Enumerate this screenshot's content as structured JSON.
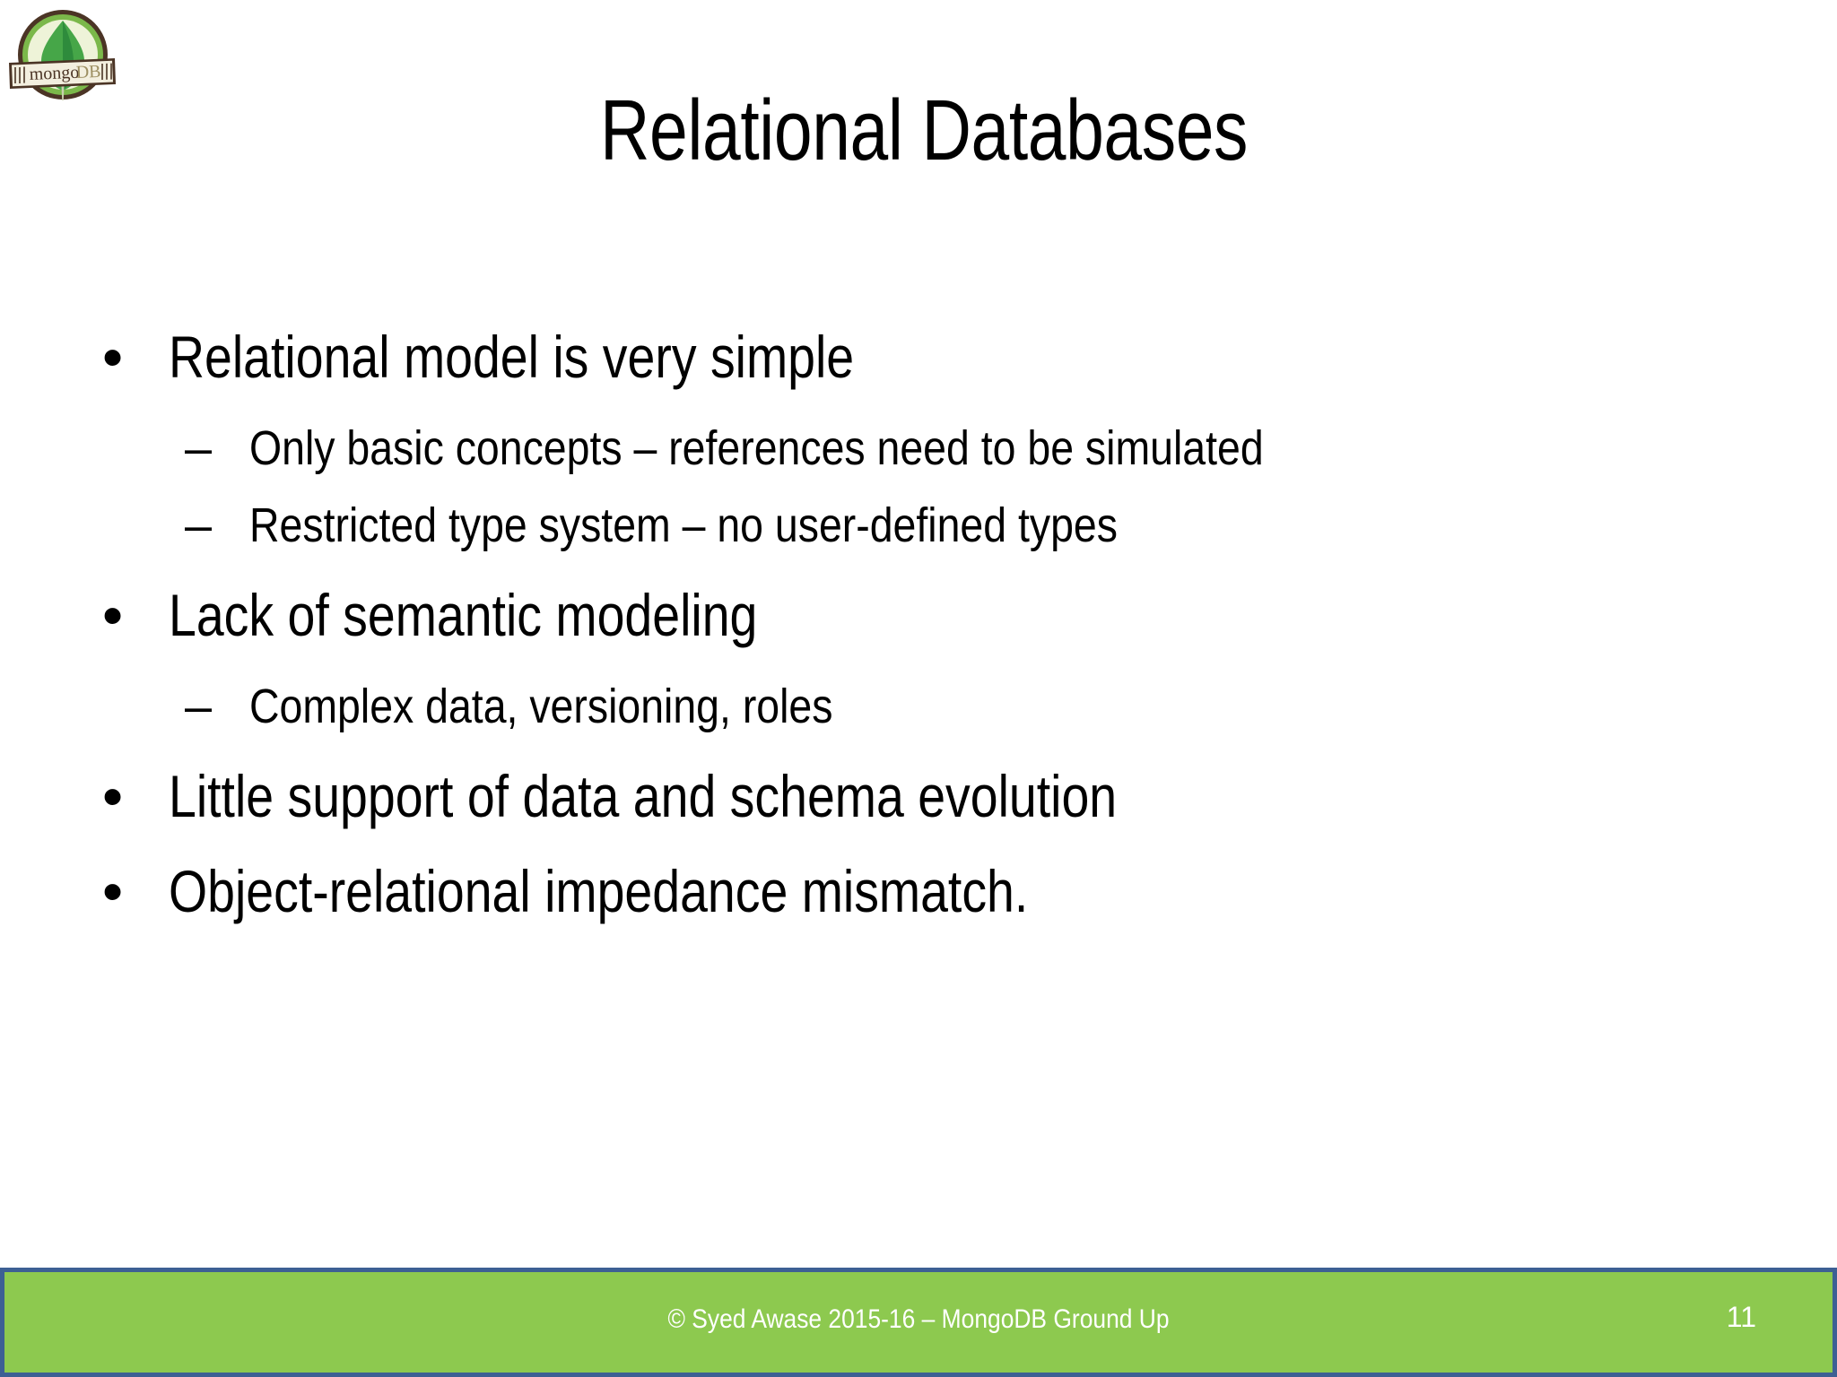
{
  "slide": {
    "title": "Relational Databases",
    "logo": {
      "name": "mongodb-logo",
      "wordmark_left": "mongo",
      "wordmark_right": "DB"
    },
    "bullets": [
      {
        "level": 1,
        "marker": "•",
        "text": "Relational model is very simple"
      },
      {
        "level": 2,
        "marker": "–",
        "text": "Only basic concepts – references need to be simulated"
      },
      {
        "level": 2,
        "marker": "–",
        "text": "Restricted type system – no user-defined types"
      },
      {
        "level": 1,
        "marker": "•",
        "text": "Lack of semantic modeling"
      },
      {
        "level": 2,
        "marker": "–",
        "text": "Complex data, versioning, roles"
      },
      {
        "level": 1,
        "marker": "•",
        "text": "Little support of data and schema evolution"
      },
      {
        "level": 1,
        "marker": "•",
        "text": "Object-relational impedance mismatch."
      }
    ],
    "footer": {
      "credit": "© Syed Awase 2015-16 – MongoDB Ground Up",
      "page_number": "11"
    },
    "colors": {
      "footer_band": "#8dc94f",
      "footer_border": "#3d6094",
      "footer_text": "#ffffff",
      "body_text": "#000000",
      "background": "#ffffff",
      "logo_leaf": "#46a648",
      "logo_leaf_dark": "#2e8b3c",
      "logo_ring": "#4b3425",
      "logo_fill": "#eef3d8",
      "logo_banner": "#f3efdf"
    }
  }
}
